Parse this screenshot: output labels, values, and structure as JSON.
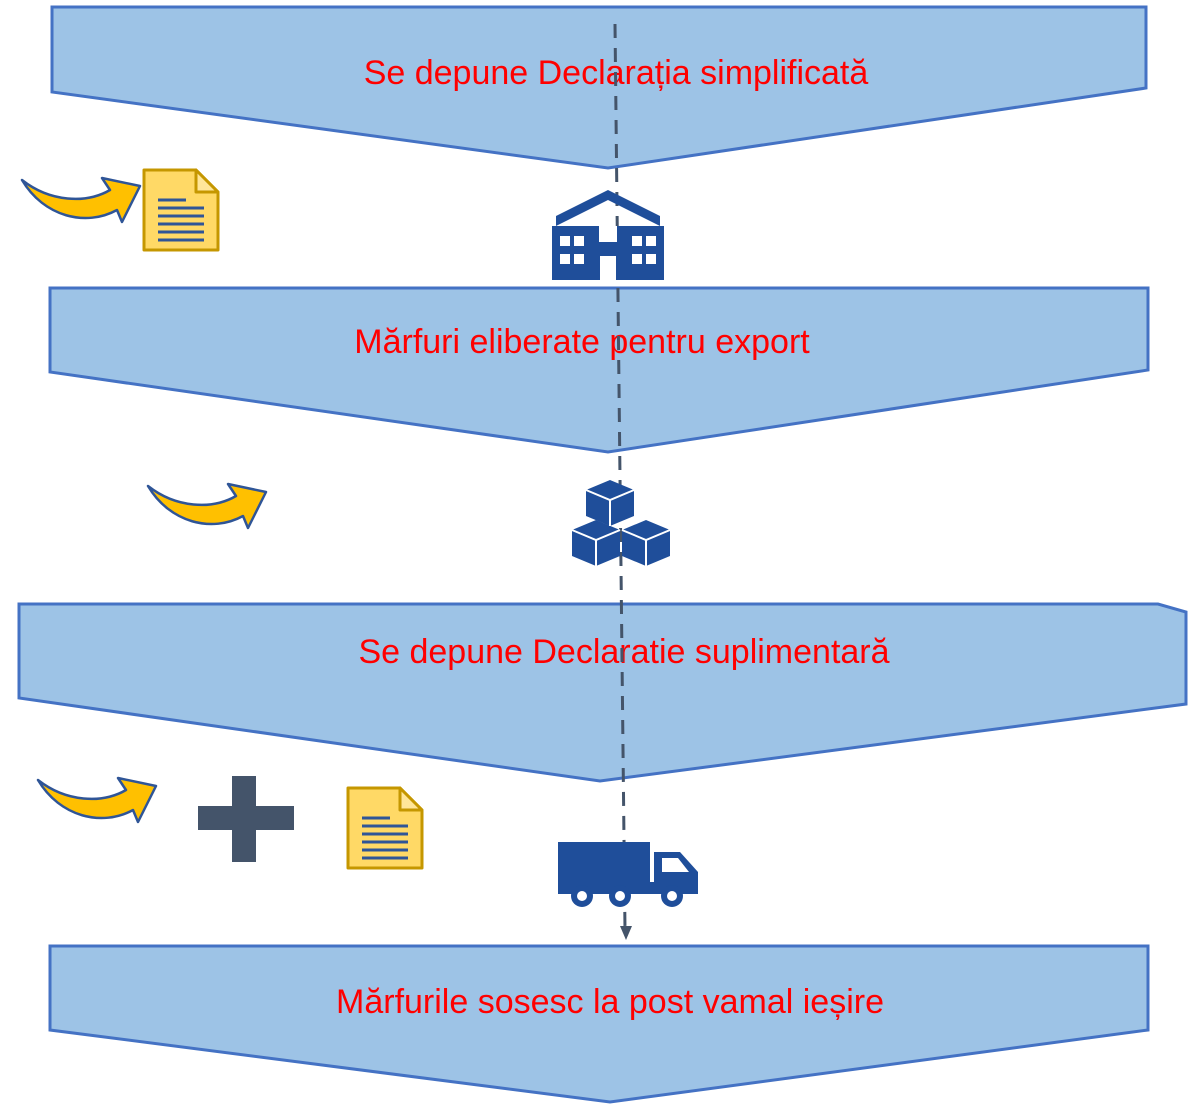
{
  "colors": {
    "chevron_fill": "#9DC3E6",
    "chevron_stroke": "#4472C4",
    "label_text": "#FF0000",
    "icon_blue": "#1F4E9A",
    "arrow_fill": "#FFC000",
    "document_fill": "#FFD966",
    "plus_sign": "#44546A",
    "flow_line": "#44546A"
  },
  "steps": [
    {
      "label": "Se depune Declarația simplificată"
    },
    {
      "label": "Mărfuri eliberate pentru export"
    },
    {
      "label": "Se depune Declaratie suplimentară"
    },
    {
      "label": "Mărfurile sosesc la post vamal ieșire"
    }
  ],
  "icons": {
    "step1_side": [
      "curved-arrow-icon",
      "document-icon"
    ],
    "step1_center": "customs-office-icon",
    "step2_side": [
      "curved-arrow-icon"
    ],
    "step2_center": "boxes-icon",
    "step3_side": [
      "curved-arrow-icon",
      "plus-icon",
      "document-icon"
    ],
    "step3_center": "truck-icon"
  }
}
